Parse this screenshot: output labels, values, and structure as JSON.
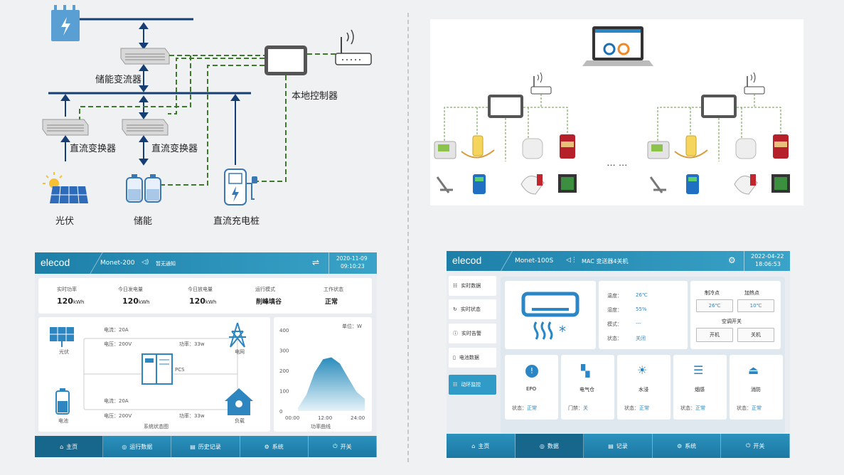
{
  "topo": {
    "storage_converter": "储能变流器",
    "local_controller": "本地控制器",
    "dc_converter_1": "直流变换器",
    "dc_converter_2": "直流变换器",
    "pv": "光伏",
    "storage": "储能",
    "dc_charger": "直流充电桩"
  },
  "network": {
    "ellipsis": "… …"
  },
  "screen1": {
    "logo": "elecod",
    "model": "Monet-200",
    "notice": "暂无通知",
    "date": "2020-11-09",
    "time": "09:10:23",
    "stats": [
      {
        "label": "实时功率",
        "value": "120",
        "unit": "kWh"
      },
      {
        "label": "今日发电量",
        "value": "120",
        "unit": "kWh"
      },
      {
        "label": "今日放电量",
        "value": "120",
        "unit": "kWh"
      },
      {
        "label": "运行模式",
        "value": "削峰填谷",
        "unit": ""
      },
      {
        "label": "工作状态",
        "value": "正常",
        "unit": ""
      }
    ],
    "flow": {
      "pv": "光伏",
      "grid": "电网",
      "battery": "电池",
      "load": "负载",
      "pcs": "PCS",
      "cur1": "电流：20A",
      "vol1": "电压：200V",
      "pow1": "功率：33w",
      "cur2": "电流：20A",
      "vol2": "电压：200V",
      "pow2": "功率：33w",
      "caption": "系统状态图"
    },
    "chart": {
      "unit": "单位：W",
      "caption": "功率曲线"
    },
    "tabs": [
      "主页",
      "运行数据",
      "历史记录",
      "系统",
      "开关"
    ]
  },
  "screen2": {
    "logo": "elecod",
    "model": "Monet-100S",
    "notice": "MAC 变送器4关机",
    "date": "2022-04-22",
    "time": "18:06:53",
    "nav": [
      "实时数据",
      "实时状态",
      "实时告警",
      "电池数据",
      "动环监控"
    ],
    "ac": {
      "temp_label": "温度：",
      "temp": "26℃",
      "hum_label": "湿度：",
      "hum": "55%",
      "mode_label": "模式：",
      "mode": "---",
      "state_label": "状态：",
      "state": "关闭"
    },
    "setpoints": {
      "cool_label": "制冷点",
      "heat_label": "加热点",
      "cool": "26℃",
      "heat": "10℃",
      "switch_label": "空调开关",
      "on": "开机",
      "off": "关机"
    },
    "devices": [
      {
        "name": "EPO",
        "status_label": "状态：",
        "status": "正常"
      },
      {
        "name": "电气仓",
        "status_label": "门禁：",
        "status": "关"
      },
      {
        "name": "水浸",
        "status_label": "状态：",
        "status": "正常"
      },
      {
        "name": "烟感",
        "status_label": "状态：",
        "status": "正常"
      },
      {
        "name": "消防",
        "status_label": "状态：",
        "status": "正常"
      }
    ],
    "tabs": [
      "主页",
      "数据",
      "记录",
      "系统",
      "开关"
    ]
  },
  "chart_data": {
    "type": "area",
    "title": "",
    "xlabel": "功率曲线",
    "ylabel": "单位：W",
    "x": [
      "00:00",
      "03:00",
      "06:00",
      "09:00",
      "12:00",
      "15:00",
      "18:00",
      "21:00",
      "24:00"
    ],
    "values": [
      15,
      80,
      190,
      255,
      265,
      235,
      165,
      95,
      60
    ],
    "yticks": [
      0,
      100,
      200,
      300,
      400
    ],
    "xticks": [
      "00:00",
      "12:00",
      "24:00"
    ],
    "ylim": [
      0,
      400
    ],
    "grid": false
  }
}
